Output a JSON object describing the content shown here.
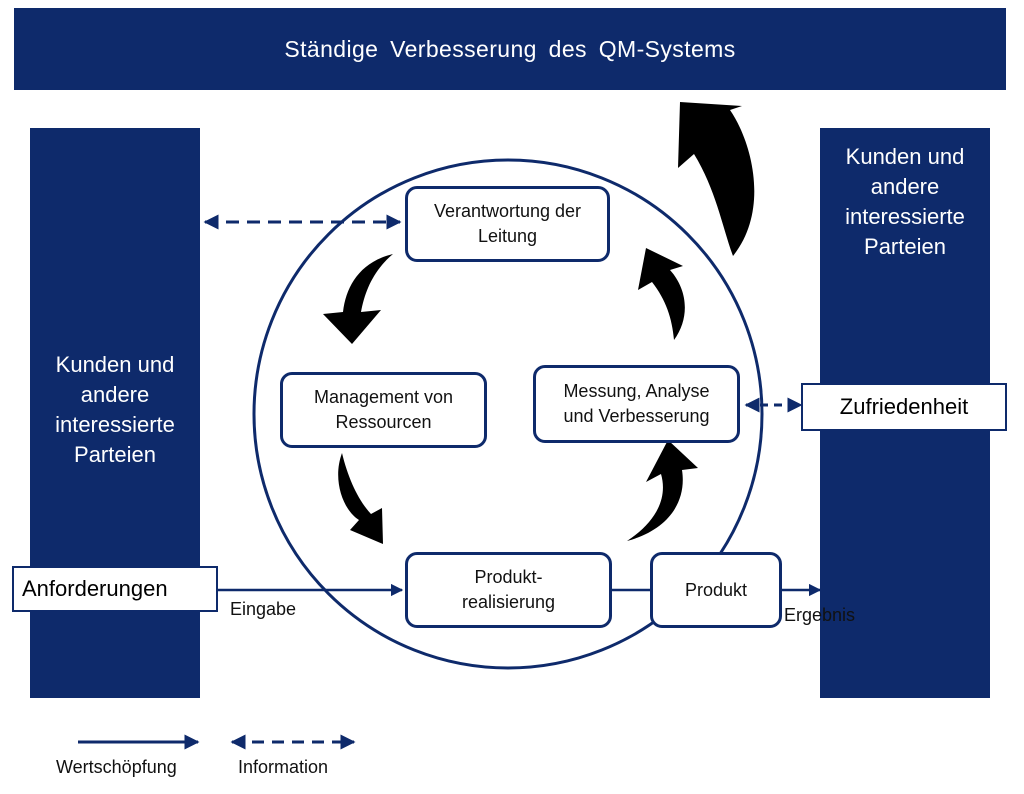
{
  "banner": {
    "title": "Ständige Verbesserung des QM-Systems"
  },
  "left_column": {
    "lines": [
      "Kunden und",
      "andere",
      "interessierte",
      "Parteien"
    ]
  },
  "right_column": {
    "lines": [
      "Kunden und",
      "andere",
      "interessierte",
      "Parteien"
    ]
  },
  "nodes": {
    "verantwortung": [
      "Verantwortung der",
      "Leitung"
    ],
    "management": [
      "Management von",
      "Ressourcen"
    ],
    "messung": [
      "Messung, Analyse",
      "und Verbesserung"
    ],
    "produktrealisierung": [
      "Produkt-",
      "realisierung"
    ],
    "produkt": "Produkt"
  },
  "flags": {
    "anforderungen": "Anforderungen",
    "zufriedenheit": "Zufriedenheit"
  },
  "labels": {
    "eingabe": "Eingabe",
    "ergebnis": "Ergebnis"
  },
  "legend": {
    "wertschoepfung": "Wertschöpfung",
    "information": "Information"
  },
  "colors": {
    "navy": "#0e2a6b",
    "arrow_black": "#000000",
    "white": "#ffffff"
  }
}
